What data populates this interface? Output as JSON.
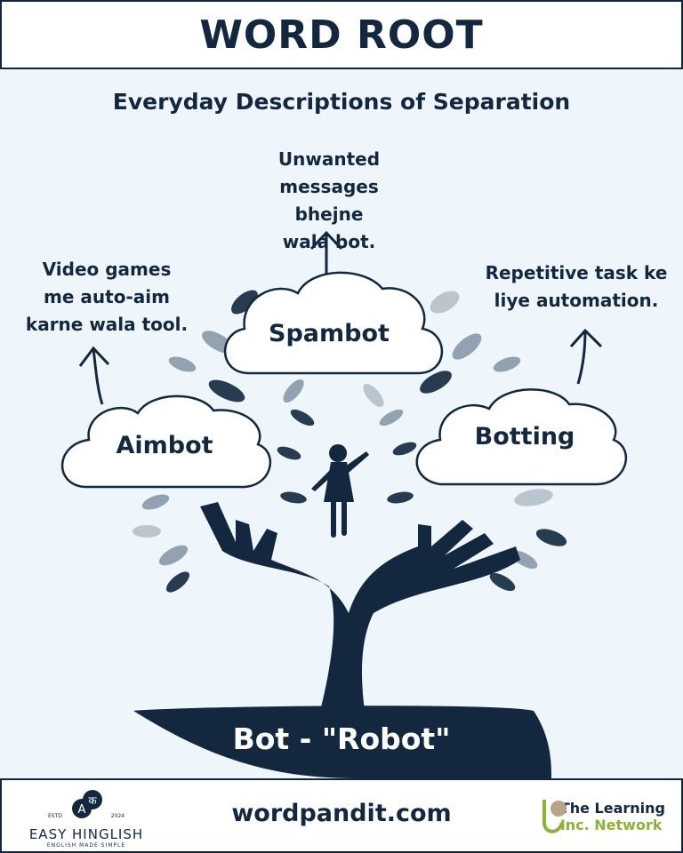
{
  "header": {
    "title": "WORD ROOT"
  },
  "subtitle": "Everyday Descriptions of Separation",
  "words": [
    {
      "word": "Spambot",
      "description": [
        "Unwanted",
        "messages bhejne",
        "wala bot."
      ]
    },
    {
      "word": "Aimbot",
      "description": [
        "Video games",
        "me auto-aim",
        "karne wala tool."
      ]
    },
    {
      "word": "Botting",
      "description": [
        "Repetitive task ke",
        "liye automation."
      ]
    }
  ],
  "root": "Bot - \"Robot\"",
  "footer": {
    "left_logo": {
      "name": "EASY HINGLISH",
      "tagline": "ENGLISH MADE SIMPLE",
      "estd": "ESTD",
      "year": "2024",
      "glyph_a": "A",
      "glyph_k": "क"
    },
    "site": "wordpandit.com",
    "right_logo": {
      "line1": "The Learning",
      "line2": "Inc. Network"
    }
  },
  "colors": {
    "navy": "#13283f",
    "background": "#eef6fb",
    "green": "#8db33a"
  }
}
